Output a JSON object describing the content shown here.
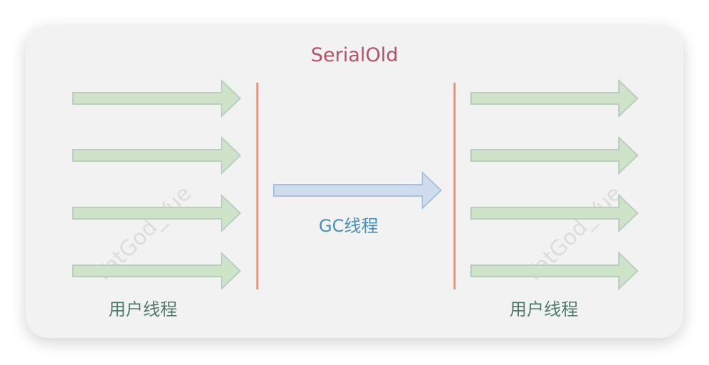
{
  "title": "SerialOld",
  "labels": {
    "user_threads_left": "用户线程",
    "gc_thread": "GC线程",
    "user_threads_right": "用户线程"
  },
  "watermark": "FatGod_Yue",
  "colors": {
    "card_bg": "#f2f2f2",
    "title": "#b05468",
    "user_arrow_fill": "#cfe3c8",
    "user_arrow_stroke": "#b9cfc0",
    "gc_arrow_fill": "#cfdcee",
    "gc_arrow_stroke": "#a9c1df",
    "divider": "#e0957a",
    "user_label": "#4f7a6a",
    "gc_label": "#4a8fb6"
  },
  "arrows": {
    "left_user_count": 4,
    "right_user_count": 4,
    "gc_count": 1
  }
}
